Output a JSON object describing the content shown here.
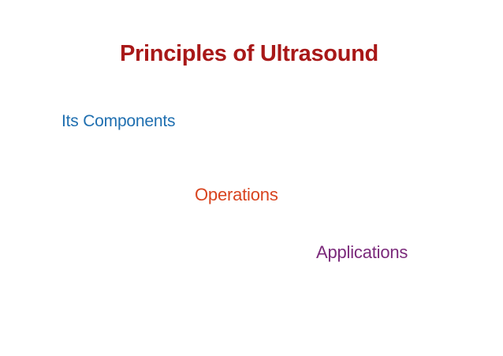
{
  "slide": {
    "background_color": "#FFFFFF",
    "title": {
      "text": "Principles of Ultrasound",
      "color": "#A81818"
    },
    "lines": [
      {
        "text": "Its Components",
        "color": "#1F6FB0"
      },
      {
        "text": "Operations",
        "color": "#D8441F"
      },
      {
        "text": "Applications",
        "color": "#7B2A7B"
      }
    ]
  }
}
